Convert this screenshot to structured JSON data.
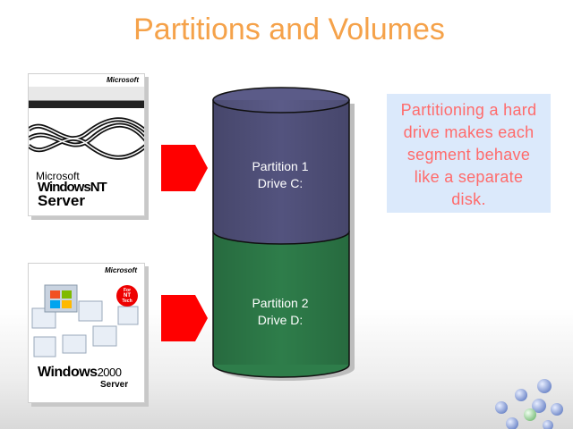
{
  "title": "Partitions and Volumes",
  "products": {
    "nt": {
      "vendor": "Microsoft",
      "logo_prefix": "Microsoft",
      "logo_main": "WindowsNT",
      "logo_sub": "Server"
    },
    "w2k": {
      "vendor": "Microsoft",
      "logo_main": "Windows",
      "logo_number": "2000",
      "logo_sub": "Server",
      "badge_line1": "For",
      "badge_line2": "NT",
      "badge_line3": "Tech"
    }
  },
  "partitions": [
    {
      "label_line1": "Partition 1",
      "label_line2": "Drive C:",
      "color": "#53537e"
    },
    {
      "label_line1": "Partition 2",
      "label_line2": "Drive D:",
      "color": "#2e7d4a"
    }
  ],
  "callout": {
    "lines": [
      "Partitioning a hard",
      "drive makes each",
      "segment behave",
      "like a separate",
      "disk."
    ]
  },
  "colors": {
    "title": "#f5a24a",
    "arrow": "#ff0000",
    "callout_bg": "#dbe9fb",
    "callout_text": "#ff6b6b"
  }
}
